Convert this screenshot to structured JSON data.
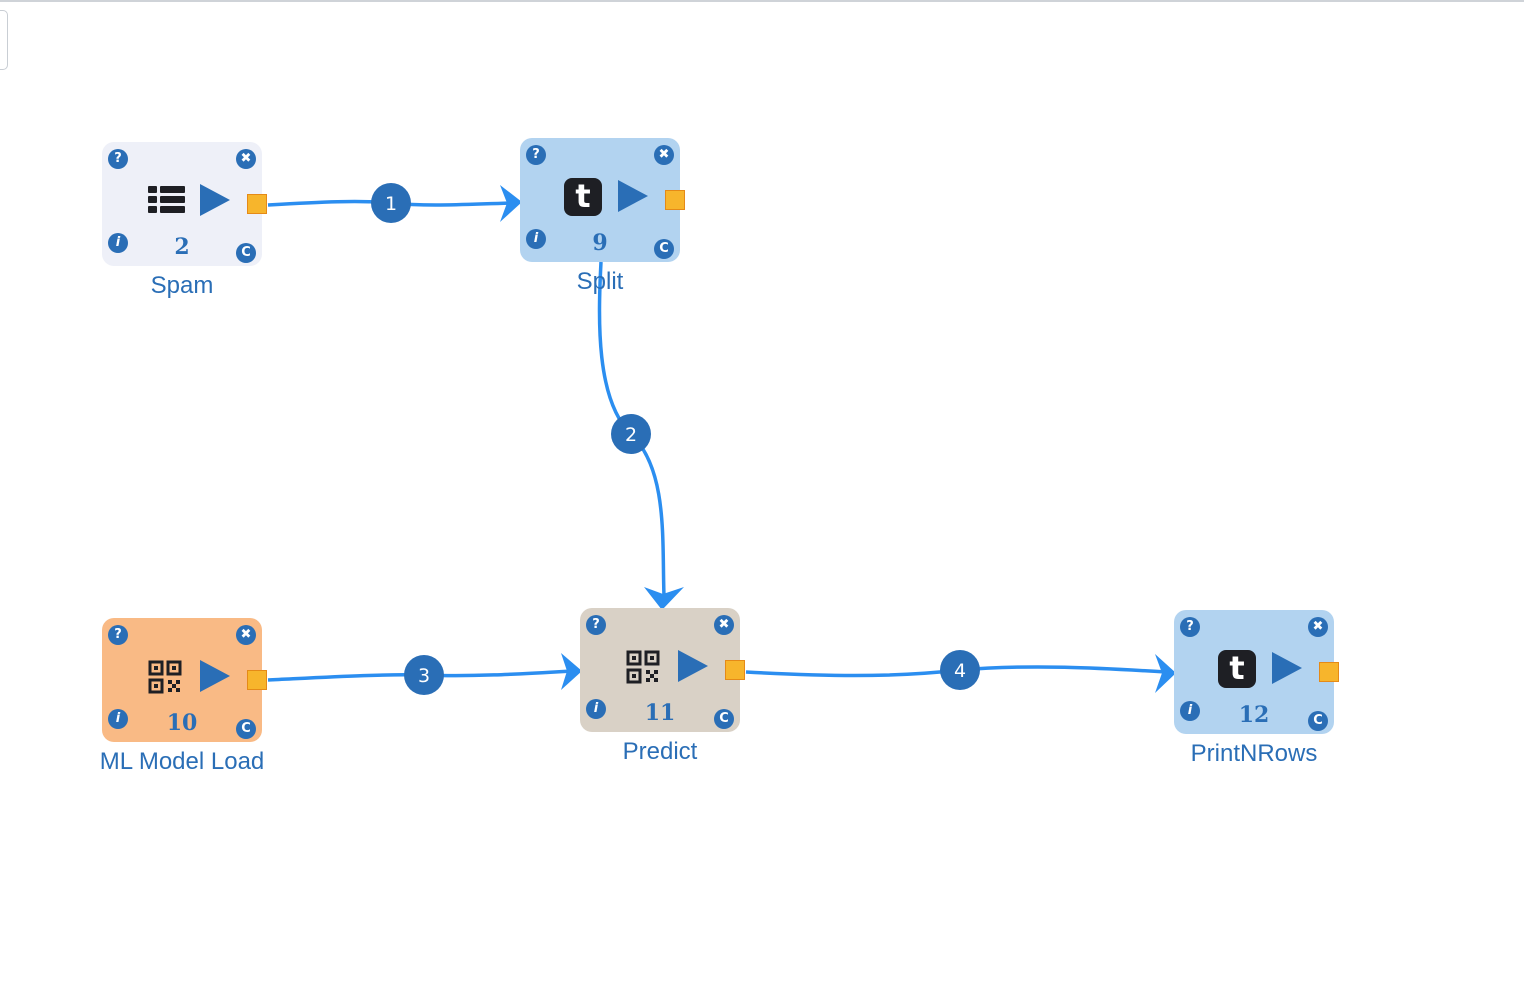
{
  "colors": {
    "accent": "#2a6eb6",
    "edge": "#2b8ef0",
    "port": "#f7b52c"
  },
  "nodes": [
    {
      "id": "n2",
      "label": "Spam",
      "number": "2",
      "icon": "list-icon",
      "bg": "#eef0f8"
    },
    {
      "id": "n9",
      "label": "Split",
      "number": "9",
      "icon": "tumblr-icon",
      "bg": "#b2d3f0"
    },
    {
      "id": "n10",
      "label": "ML Model Load",
      "number": "10",
      "icon": "qr-code-icon",
      "bg": "#f9ba85"
    },
    {
      "id": "n11",
      "label": "Predict",
      "number": "11",
      "icon": "qr-code-icon",
      "bg": "#d9d1c6"
    },
    {
      "id": "n12",
      "label": "PrintNRows",
      "number": "12",
      "icon": "tumblr-icon",
      "bg": "#b2d3f0"
    }
  ],
  "corner_buttons": {
    "help": "?",
    "close": "✖",
    "info": "i",
    "config": "C"
  },
  "edges": [
    {
      "label": "1",
      "from": "Spam",
      "to": "Split"
    },
    {
      "label": "2",
      "from": "Split",
      "to": "Predict"
    },
    {
      "label": "3",
      "from": "ML Model Load",
      "to": "Predict"
    },
    {
      "label": "4",
      "from": "Predict",
      "to": "PrintNRows"
    }
  ]
}
